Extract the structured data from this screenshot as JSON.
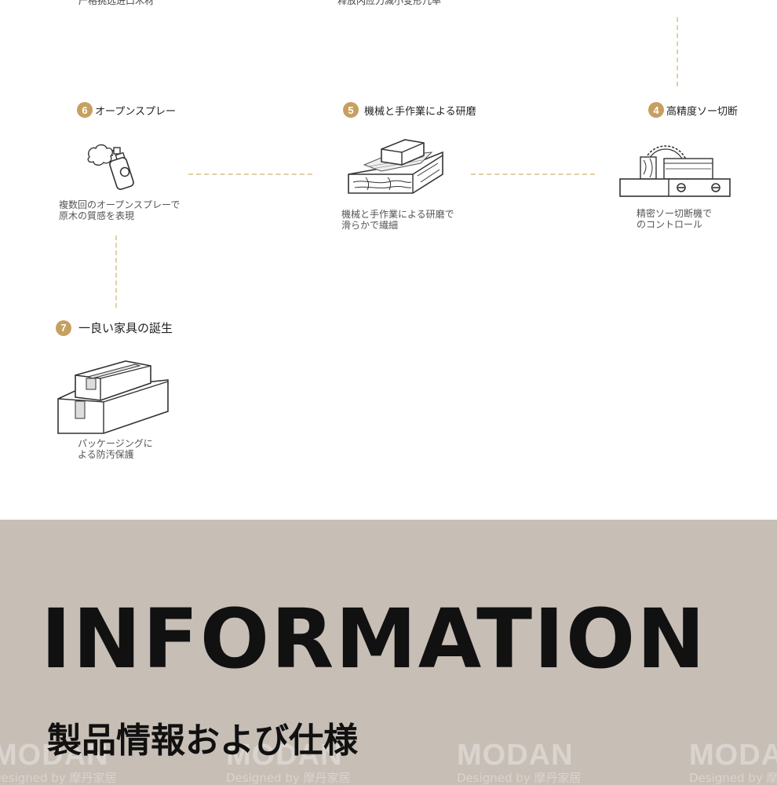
{
  "top_partial": {
    "left": "产格挑选进口木材",
    "center": "释放内应力减小变形几率"
  },
  "steps": {
    "s4": {
      "num": "4",
      "title": "高精度ソー切断",
      "desc1": "精密ソー切断機で",
      "desc2": "のコントロール"
    },
    "s5": {
      "num": "5",
      "title": "機械と手作業による研磨",
      "desc1": "機械と手作業による研磨で",
      "desc2": "滑らかで繊細"
    },
    "s6": {
      "num": "6",
      "title": "オープンスプレー",
      "desc1": "複数回のオープンスプレーで",
      "desc2": "原木の質感を表現"
    },
    "s7": {
      "num": "7",
      "title": "一良い家具の誕生",
      "desc1": "パッケージングに",
      "desc2": "よる防汚保護"
    }
  },
  "icons": {
    "saw": "circular-saw-icon",
    "sanding": "sanding-block-icon",
    "spray": "spray-can-icon",
    "package": "stacked-boxes-icon"
  },
  "info": {
    "title": "INFORMATION",
    "subtitle": "製品情報および仕様",
    "watermark_brand": "MODAN",
    "watermark_tagline": "Designed by 摩丹家居"
  },
  "colors": {
    "accent": "#c6a061",
    "dash": "#e3cfa6",
    "info_bg": "#c7beb6"
  }
}
